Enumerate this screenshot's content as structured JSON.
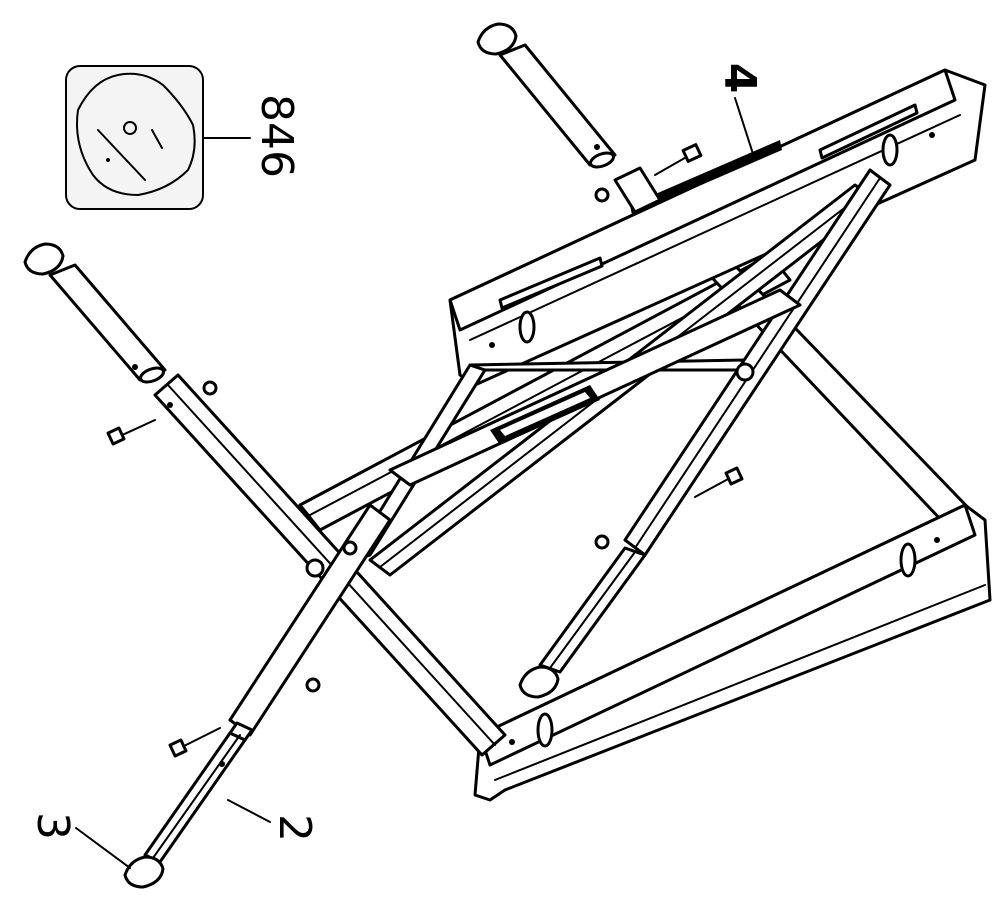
{
  "diagram": {
    "style": "exploded parts drawing, black line art on white",
    "callouts": [
      {
        "id": "frame-rail",
        "label": "4"
      },
      {
        "id": "hardware-bag",
        "label": "846"
      },
      {
        "id": "leg-extension",
        "label": "2"
      },
      {
        "id": "foot-cap",
        "label": "3"
      }
    ]
  },
  "colors": {
    "line": "#000000",
    "fill": "#ffffff",
    "plate": "#f4f4f4"
  }
}
